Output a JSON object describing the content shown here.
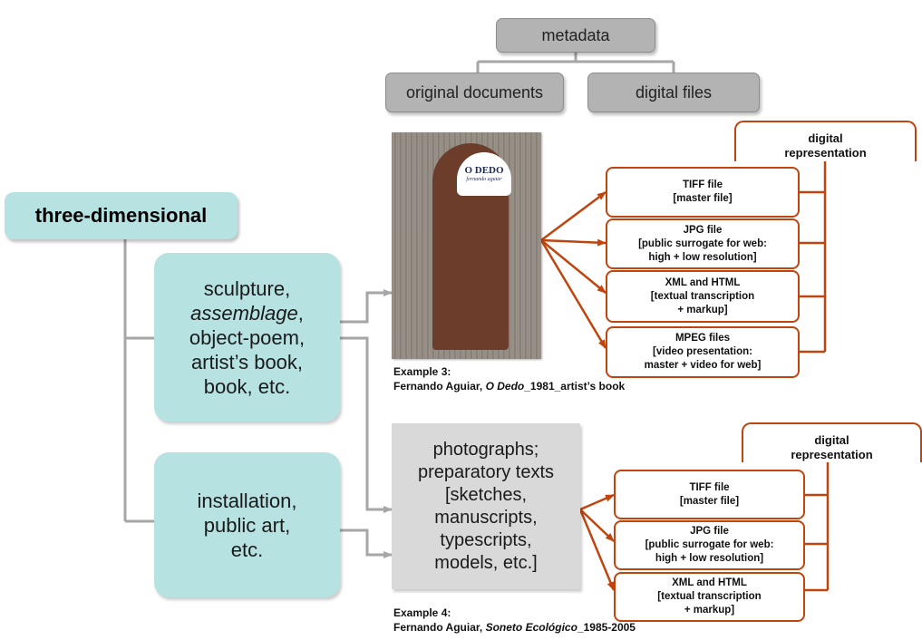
{
  "metadata": {
    "root": "metadata",
    "left": "original documents",
    "right": "digital files"
  },
  "category": "three-dimensional",
  "types": {
    "sculpture": {
      "line1": "sculpture,",
      "line2_italic": "assemblage",
      "line2_suffix": ",",
      "line3": "object-poem,",
      "line4": "artist’s book,",
      "line5": "book, etc."
    },
    "installation": {
      "line1": "installation,",
      "line2": "public art,",
      "line3": "etc."
    }
  },
  "example3": {
    "photo_title": "O DEDO",
    "photo_author": "fernando aguiar",
    "caption_line1": "Example 3:",
    "caption_prefix": "Fernando Aguiar, ",
    "caption_title_italic": "O Dedo",
    "caption_suffix": "_1981_artist’s  book"
  },
  "example4": {
    "lines": [
      "photographs;",
      "preparatory texts",
      "[sketches,",
      "manuscripts,",
      "typescripts,",
      "models, etc.]"
    ],
    "caption_line1": "Example 4:",
    "caption_prefix": "Fernando Aguiar, ",
    "caption_title_italic": "Soneto Ecológico",
    "caption_suffix": "_1985-2005"
  },
  "digital1": {
    "header_line1": "digital",
    "header_line2": "representation",
    "files": [
      {
        "l1": "TIFF file",
        "l2": "[master file]"
      },
      {
        "l1": "JPG file",
        "l2": "[public surrogate for web:",
        "l3": "high + low resolution]"
      },
      {
        "l1": "XML and HTML",
        "l2": "[textual transcription",
        "l3": "+ markup]"
      },
      {
        "l1": "MPEG files",
        "l2": "[video presentation:",
        "l3": "master + video for web]"
      }
    ]
  },
  "digital2": {
    "header_line1": "digital",
    "header_line2": "representation",
    "files": [
      {
        "l1": "TIFF file",
        "l2": "[master file]"
      },
      {
        "l1": "JPG file",
        "l2": "[public surrogate for web:",
        "l3": "high + low resolution]"
      },
      {
        "l1": "XML and HTML",
        "l2": "[textual transcription",
        "l3": "+ markup]"
      }
    ]
  },
  "colors": {
    "accent_red": "#c0440d",
    "teal": "#b7e2e2",
    "gray_connector": "#a6a6a6"
  }
}
